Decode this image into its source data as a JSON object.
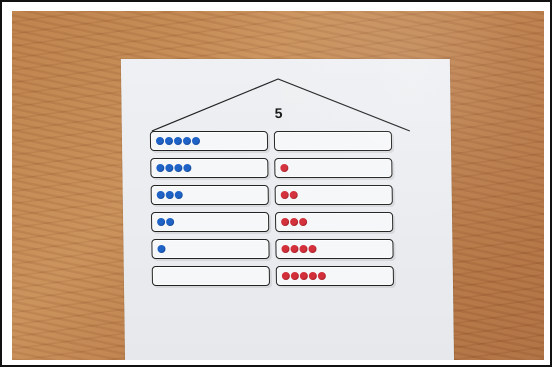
{
  "house_number": "5",
  "rows": [
    {
      "left": {
        "count": 5,
        "color": "blue"
      },
      "right": {
        "count": 0,
        "color": "red"
      }
    },
    {
      "left": {
        "count": 4,
        "color": "blue"
      },
      "right": {
        "count": 1,
        "color": "red"
      }
    },
    {
      "left": {
        "count": 3,
        "color": "blue"
      },
      "right": {
        "count": 2,
        "color": "red"
      }
    },
    {
      "left": {
        "count": 2,
        "color": "blue"
      },
      "right": {
        "count": 3,
        "color": "red"
      }
    },
    {
      "left": {
        "count": 1,
        "color": "blue"
      },
      "right": {
        "count": 4,
        "color": "red"
      }
    },
    {
      "left": {
        "count": 0,
        "color": "blue"
      },
      "right": {
        "count": 5,
        "color": "red"
      }
    }
  ],
  "colors": {
    "blue": "#1f63c7",
    "red": "#d32f3a"
  }
}
